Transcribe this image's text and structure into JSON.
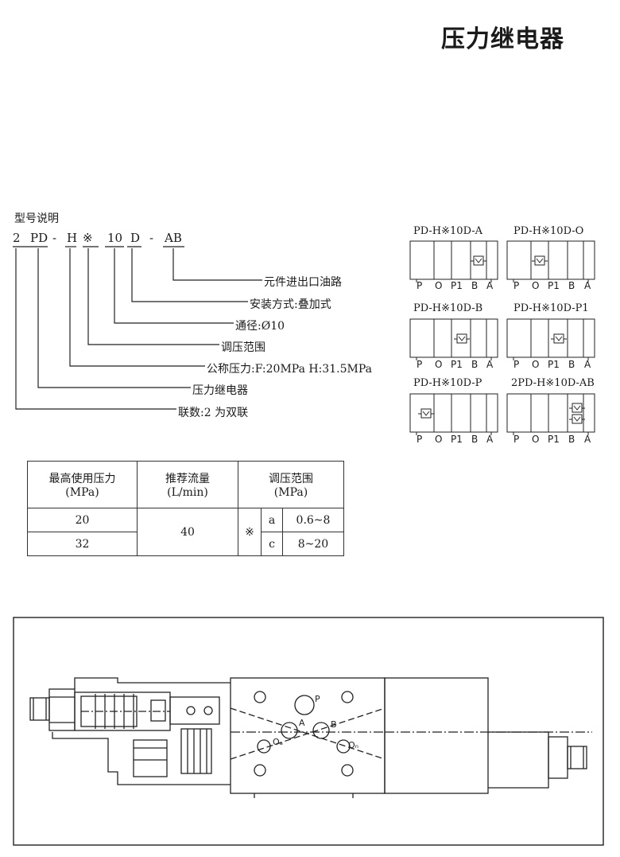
{
  "title": "压力继电器",
  "model_explanation": {
    "heading": "型号说明",
    "code_parts": [
      "2",
      "PD",
      "-",
      "H",
      "※",
      "10",
      "D",
      "-",
      "AB"
    ],
    "legend": [
      "元件进出口油路",
      "安装方式:叠加式",
      "通径:Ø10",
      "调压范围",
      "公称压力:F:20MPa   H:31.5MPa",
      "压力继电器",
      "联数:2 为双联"
    ]
  },
  "symbol_diagrams": [
    {
      "title": "PD-H※10D-A",
      "ports": [
        "P",
        "O",
        "P1",
        "B",
        "A"
      ]
    },
    {
      "title": "PD-H※10D-O",
      "ports": [
        "P",
        "O",
        "P1",
        "B",
        "A"
      ]
    },
    {
      "title": "PD-H※10D-B",
      "ports": [
        "P",
        "O",
        "P1",
        "B",
        "A"
      ]
    },
    {
      "title": "PD-H※10D-P1",
      "ports": [
        "P",
        "O",
        "P1",
        "B",
        "A"
      ]
    },
    {
      "title": "PD-H※10D-P",
      "ports": [
        "P",
        "O",
        "P1",
        "B",
        "A"
      ]
    },
    {
      "title": "2PD-H※10D-AB",
      "ports": [
        "P",
        "O",
        "P1",
        "B",
        "A"
      ]
    }
  ],
  "spec_table": {
    "headers": [
      {
        "line1": "最高使用压力",
        "line2": "(MPa)"
      },
      {
        "line1": "推荐流量",
        "line2": "(L/min)"
      },
      {
        "line1": "调压范围",
        "line2": "(MPa)"
      }
    ],
    "rows": [
      {
        "max_pressure": "20",
        "code": "a",
        "range": "0.6~8"
      },
      {
        "max_pressure": "32",
        "code": "c",
        "range": "8~20"
      }
    ],
    "flow": "40",
    "mark": "※"
  },
  "drawing_labels": {
    "p": "P",
    "a": "A",
    "b": "B",
    "oa": "Oₐ",
    "ob": "Oₙ"
  }
}
